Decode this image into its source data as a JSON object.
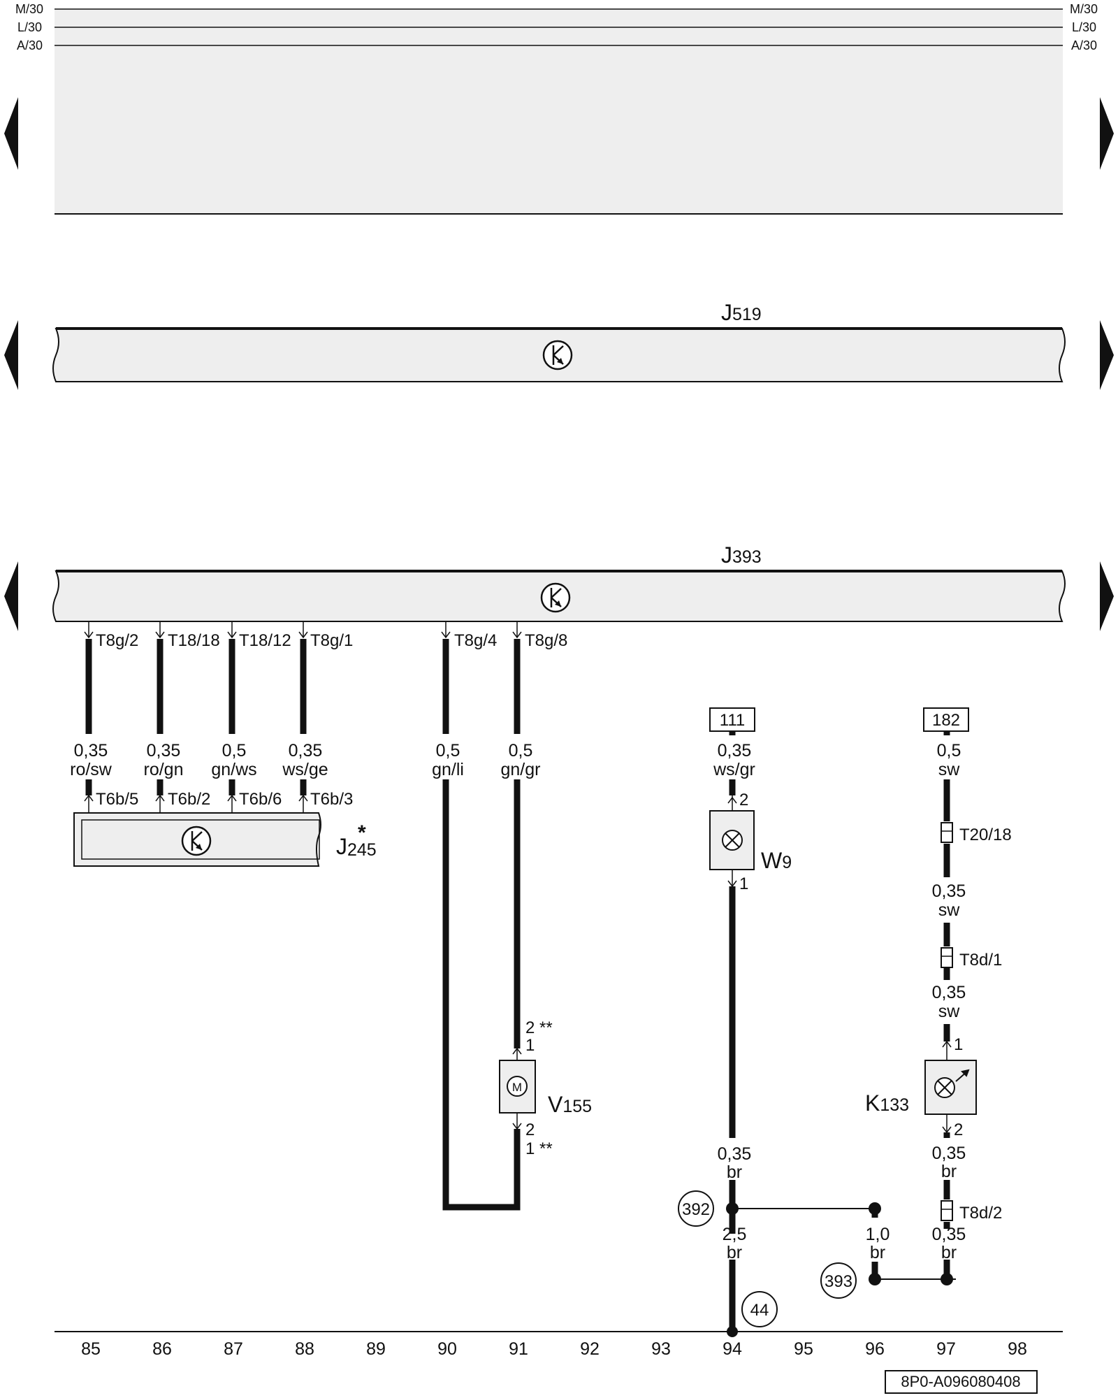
{
  "rails": {
    "left": [
      "M/30",
      "L/30",
      "A/30"
    ],
    "right": [
      "M/30",
      "L/30",
      "A/30"
    ]
  },
  "components": {
    "j519": {
      "letter": "J",
      "num": "519"
    },
    "j393": {
      "letter": "J",
      "num": "393"
    },
    "j245": {
      "letter": "J",
      "num": "245",
      "mark": "*"
    },
    "w9": {
      "letter": "W",
      "num": "9"
    },
    "v155": {
      "letter": "V",
      "num": "155"
    },
    "k133": {
      "letter": "K",
      "num": "133"
    },
    "motor_symbol": "M"
  },
  "connectors_top": [
    "T8g/2",
    "T18/18",
    "T18/12",
    "T8g/1",
    "T8g/4",
    "T8g/8"
  ],
  "connectors_j245": [
    "T6b/5",
    "T6b/2",
    "T6b/6",
    "T6b/3"
  ],
  "inline_connectors": [
    "T20/18",
    "T8d/1",
    "T8d/2"
  ],
  "wires": [
    {
      "size": "0,35",
      "color": "ro/sw"
    },
    {
      "size": "0,35",
      "color": "ro/gn"
    },
    {
      "size": "0,5",
      "color": "gn/ws"
    },
    {
      "size": "0,35",
      "color": "ws/ge"
    },
    {
      "size": "0,5",
      "color": "gn/li"
    },
    {
      "size": "0,5",
      "color": "gn/gr"
    },
    {
      "size": "0,35",
      "color": "ws/gr"
    },
    {
      "size": "0,5",
      "color": "sw"
    },
    {
      "size": "0,35",
      "color": "sw"
    },
    {
      "size": "0,35",
      "color": "sw"
    },
    {
      "size": "0,35",
      "color": "br"
    },
    {
      "size": "0,35",
      "color": "br"
    },
    {
      "size": "2,5",
      "color": "br"
    },
    {
      "size": "1,0",
      "color": "br"
    },
    {
      "size": "0,35",
      "color": "br"
    }
  ],
  "pins": {
    "w9_top": "2",
    "w9_bottom": "1",
    "v155_top_a": "2 **",
    "v155_top_b": "1",
    "v155_bottom_a": "2",
    "v155_bottom_b": "1 **",
    "k133_top": "1",
    "k133_bottom": "2"
  },
  "references": {
    "box_111": "111",
    "box_182": "182"
  },
  "junctions": {
    "j392": "392",
    "j393": "393",
    "j44": "44"
  },
  "columns": [
    "85",
    "86",
    "87",
    "88",
    "89",
    "90",
    "91",
    "92",
    "93",
    "94",
    "95",
    "96",
    "97",
    "98"
  ],
  "drawing_number": "8P0-A096080408",
  "colors": {
    "line": "#111111",
    "fill": "#eeeeee",
    "background": "#ffffff"
  }
}
